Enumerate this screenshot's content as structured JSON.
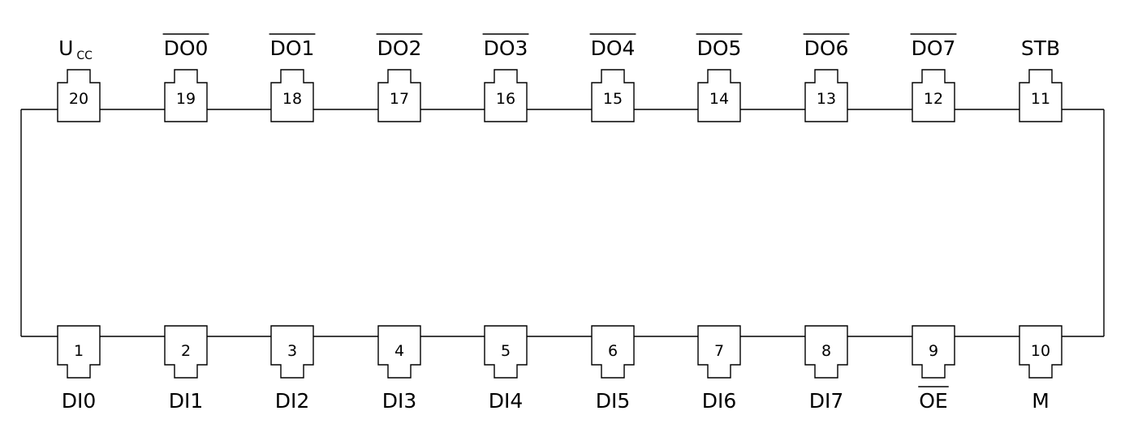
{
  "top_pins": [
    {
      "number": "20",
      "label": "U",
      "sub": "CC",
      "overbar": false
    },
    {
      "number": "19",
      "label": "DO0",
      "overbar": true
    },
    {
      "number": "18",
      "label": "DO1",
      "overbar": true
    },
    {
      "number": "17",
      "label": "DO2",
      "overbar": true
    },
    {
      "number": "16",
      "label": "DO3",
      "overbar": true
    },
    {
      "number": "15",
      "label": "DO4",
      "overbar": true
    },
    {
      "number": "14",
      "label": "DO5",
      "overbar": true
    },
    {
      "number": "13",
      "label": "DO6",
      "overbar": true
    },
    {
      "number": "12",
      "label": "DO7",
      "overbar": true
    },
    {
      "number": "11",
      "label": "STB",
      "overbar": false
    }
  ],
  "bottom_pins": [
    {
      "number": "1",
      "label": "DI0",
      "overbar": false
    },
    {
      "number": "2",
      "label": "DI1",
      "overbar": false
    },
    {
      "number": "3",
      "label": "DI2",
      "overbar": false
    },
    {
      "number": "4",
      "label": "DI3",
      "overbar": false
    },
    {
      "number": "5",
      "label": "DI4",
      "overbar": false
    },
    {
      "number": "6",
      "label": "DI5",
      "overbar": false
    },
    {
      "number": "7",
      "label": "DI6",
      "overbar": false
    },
    {
      "number": "8",
      "label": "DI7",
      "overbar": false
    },
    {
      "number": "9",
      "label": "OE",
      "overbar": true
    },
    {
      "number": "10",
      "label": "M",
      "overbar": false
    }
  ]
}
